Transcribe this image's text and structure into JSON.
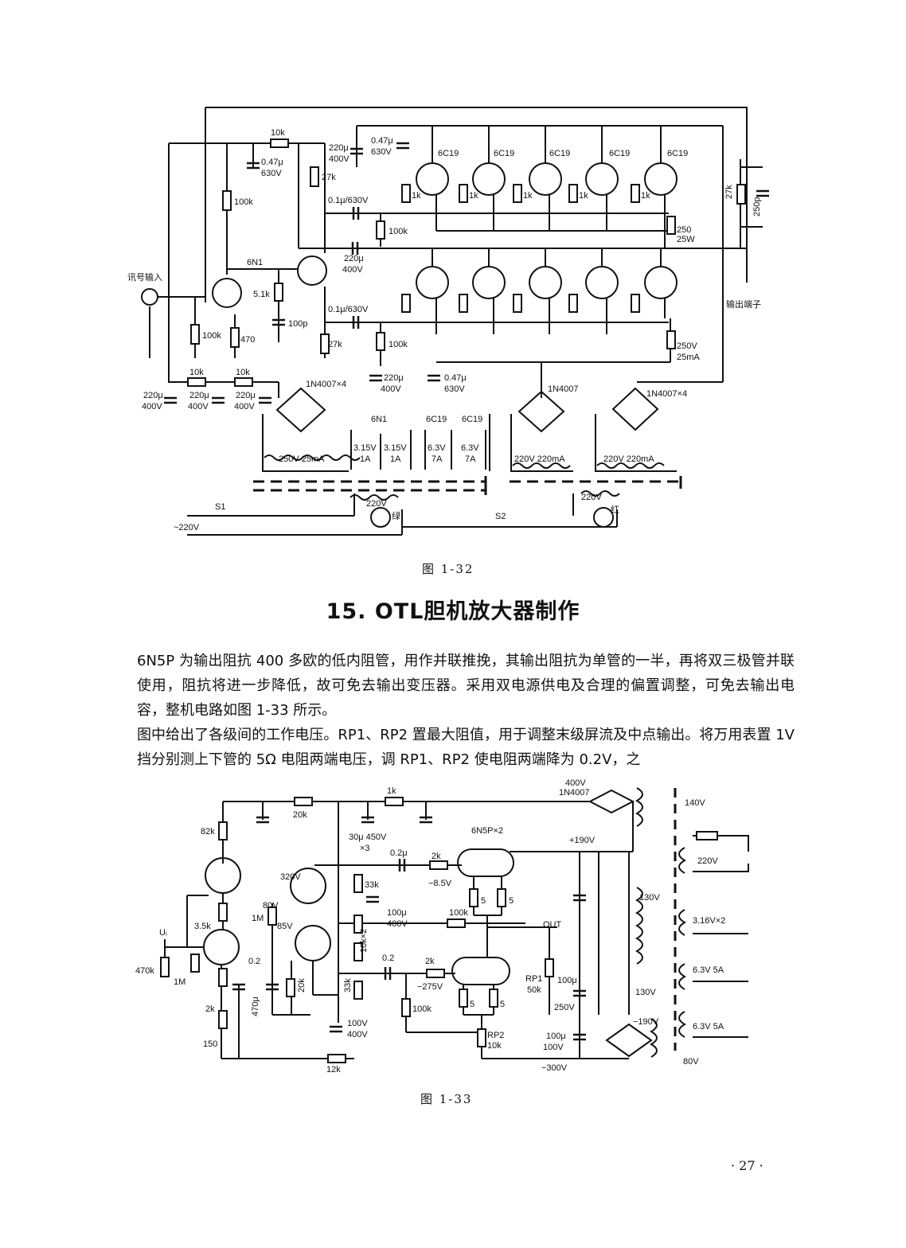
{
  "figure1": {
    "caption": "图  1-32",
    "labels": {
      "r10k_top": "10k",
      "c047_a": "0.47μ",
      "c047_a_v": "630V",
      "r100k_a": "100k",
      "r27k_a": "27k",
      "c220_a": "220μ",
      "c220_a_v": "400V",
      "c047_b": "0.47μ",
      "c047_b_v": "630V",
      "tube": "6C19",
      "r1k": "1k",
      "c01_a": "0.1μ/630V",
      "r100k_b": "100k",
      "r250": "250",
      "r250_w": "25W",
      "r27k_b": "27k",
      "c250p": "250p",
      "c220_b": "220μ",
      "c220_b_v": "400V",
      "n6n1": "6N1",
      "input_label": "讯号输入",
      "r51k": "5.1k",
      "c100p": "100p",
      "r100k_c": "100k",
      "r470": "470",
      "c01_b": "0.1μ/630V",
      "r27k_c": "27k",
      "r100k_d": "100k",
      "r250v": "250V",
      "r25ma": "25mA",
      "output_label": "输出端子",
      "c220_c": "220μ",
      "c220_c_v": "400V",
      "c047_c": "0.47μ",
      "c047_c_v": "630V",
      "r10k_b": "10k",
      "r10k_c": "10k",
      "c220_d": "220μ",
      "c220_d_v": "400V",
      "diode_a": "1N4007×4",
      "diode_b": "1N4007",
      "diode_c": "1N4007×4",
      "w1": "250V 25mA",
      "w2a": "3.15V",
      "w2b": "1A",
      "w3a": "3.15V",
      "w3b": "1A",
      "w4a": "6.3V",
      "w4b": "7A",
      "w5a": "6.3V",
      "w5b": "7A",
      "w6": "220V 220mA",
      "w7": "220V 220mA",
      "t_6n1": "6N1",
      "t_6c19a": "6C19",
      "t_6c19b": "6C19",
      "prim1": "220V",
      "prim2": "220V",
      "s1": "S1",
      "s2": "S2",
      "mains": "~220V",
      "lamp_green": "绿",
      "lamp_red": "红"
    }
  },
  "section_title": "15. OTL胆机放大器制作",
  "paragraphs": [
    "6N5P 为输出阻抗 400 多欧的低内阻管，用作并联推挽，其输出阻抗为单管的一半，再将双三极管并联使用，阻抗将进一步降低，故可免去输出变压器。采用双电源供电及合理的偏置调整，可免去输出电容，整机电路如图 1-33 所示。",
    "图中给出了各级间的工作电压。RP1、RP2 置最大阻值，用于调整末级屏流及中点输出。将万用表置 1V 挡分别测上下管的 5Ω 电阻两端电压，调 RP1、RP2 使电阻两端降为 0.2V，之"
  ],
  "figure2": {
    "caption": "图  1-33",
    "labels": {
      "r82k": "82k",
      "r20k": "20k",
      "r1k": "1k",
      "d400v": "400V",
      "d1n4007": "1N4007",
      "v140": "140V",
      "c30u": "30μ 450V",
      "c30u_x3": "×3",
      "tube": "6N5P×2",
      "v190p": "+190V",
      "v220": "220V",
      "v320": "320V",
      "c02a": "0.2μ",
      "r2k_a": "2k",
      "v85n": "−8.5V",
      "r33k_a": "33k",
      "r5_a": "5",
      "r5_b": "5",
      "v130a": "130V",
      "v80": "80V",
      "c100u": "100μ",
      "c100u_v": "400V",
      "r100k_a": "100k",
      "out": "OUT",
      "v316": "3.16V×2",
      "ui": "Uᵢ",
      "r35k": "3.5k",
      "r1m_a": "1M",
      "v85": "85V",
      "r10kx2": "10k×2",
      "c02b": "0.2",
      "r2k_b": "2k",
      "rp1": "RP1",
      "rp1v": "50k",
      "c100u_b": "100μ",
      "c250v": "250V",
      "v63a": "6.3V 5A",
      "r470k": "470k",
      "r1m_b": "1M",
      "c02c": "0.2",
      "r20k_b": "20k",
      "r33k_b": "33k",
      "v275n": "−275V",
      "r5_c": "5",
      "r5_d": "5",
      "v130b": "130V",
      "r2k_c": "2k",
      "c470u": "470μ",
      "r100k_b": "100k",
      "v190n": "−190V",
      "c100v": "100V",
      "c400v": "400V",
      "rp2": "RP2",
      "rp2v": "10k",
      "c100u_c": "100μ",
      "c100v_b": "100V",
      "v63b": "6.3V 5A",
      "r150": "150",
      "r12k": "12k",
      "v300n": "−300V",
      "v80b": "80V"
    }
  },
  "page_number": "· 27 ·"
}
